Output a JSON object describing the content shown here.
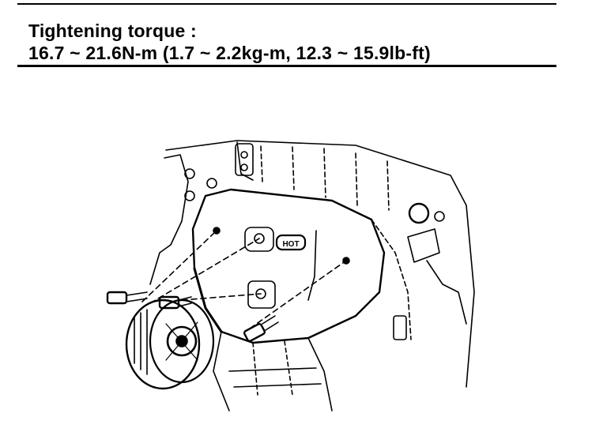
{
  "spec": {
    "heading": "Tightening torque :",
    "value": "16.7 ~ 21.6N-m (1.7 ~ 2.2kg-m, 12.3 ~ 15.9lb-ft)"
  },
  "figure": {
    "plate_label": "HOT"
  }
}
